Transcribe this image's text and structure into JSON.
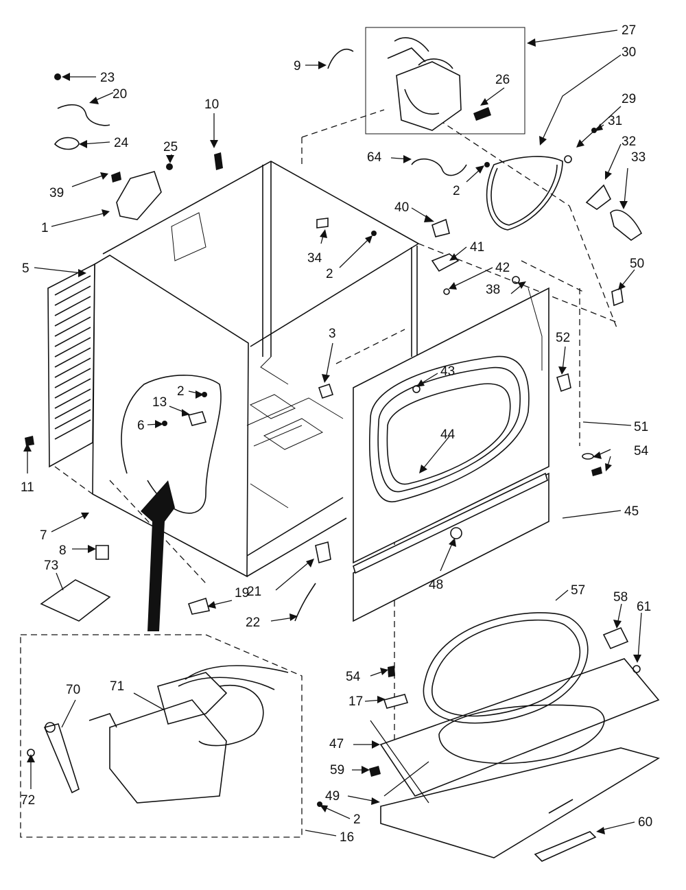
{
  "diagram": {
    "type": "exploded-parts-diagram",
    "labels": {
      "l23": "23",
      "l20": "20",
      "l24": "24",
      "l39": "39",
      "l1": "1",
      "l10": "10",
      "l25": "25",
      "l5": "5",
      "l11": "11",
      "l7": "7",
      "l8": "8",
      "l73": "73",
      "l6": "6",
      "l13": "13",
      "l2a": "2",
      "l9": "9",
      "l27": "27",
      "l30": "30",
      "l26": "26",
      "l29": "29",
      "l31": "31",
      "l32": "32",
      "l33": "33",
      "l64": "64",
      "l2b": "2",
      "l40": "40",
      "l34": "34",
      "l2c": "2",
      "l41": "41",
      "l42": "42",
      "l38": "38",
      "l50": "50",
      "l3": "3",
      "l52": "52",
      "l43": "43",
      "l44": "44",
      "l51": "51",
      "l54a": "54",
      "l45": "45",
      "l48": "48",
      "l19": "19",
      "l21": "21",
      "l22": "22",
      "l57": "57",
      "l58": "58",
      "l61": "61",
      "l54b": "54",
      "l17": "17",
      "l47": "47",
      "l59": "59",
      "l49": "49",
      "l60": "60",
      "l70": "70",
      "l71": "71",
      "l72": "72",
      "l2d": "2",
      "l16": "16"
    }
  }
}
